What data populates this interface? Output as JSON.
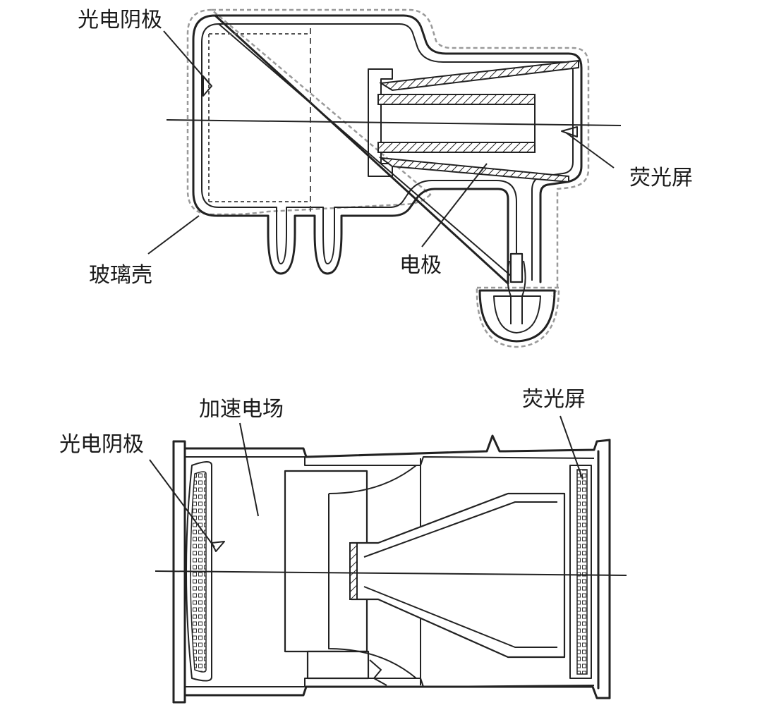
{
  "top_diagram": {
    "labels": {
      "photocathode": "光电阴极",
      "screen": "荧光屏",
      "glass_shell": "玻璃壳",
      "electrode": "电极"
    }
  },
  "bottom_diagram": {
    "labels": {
      "photocathode": "光电阴极",
      "accel_field": "加速电场",
      "screen": "荧光屏"
    }
  }
}
